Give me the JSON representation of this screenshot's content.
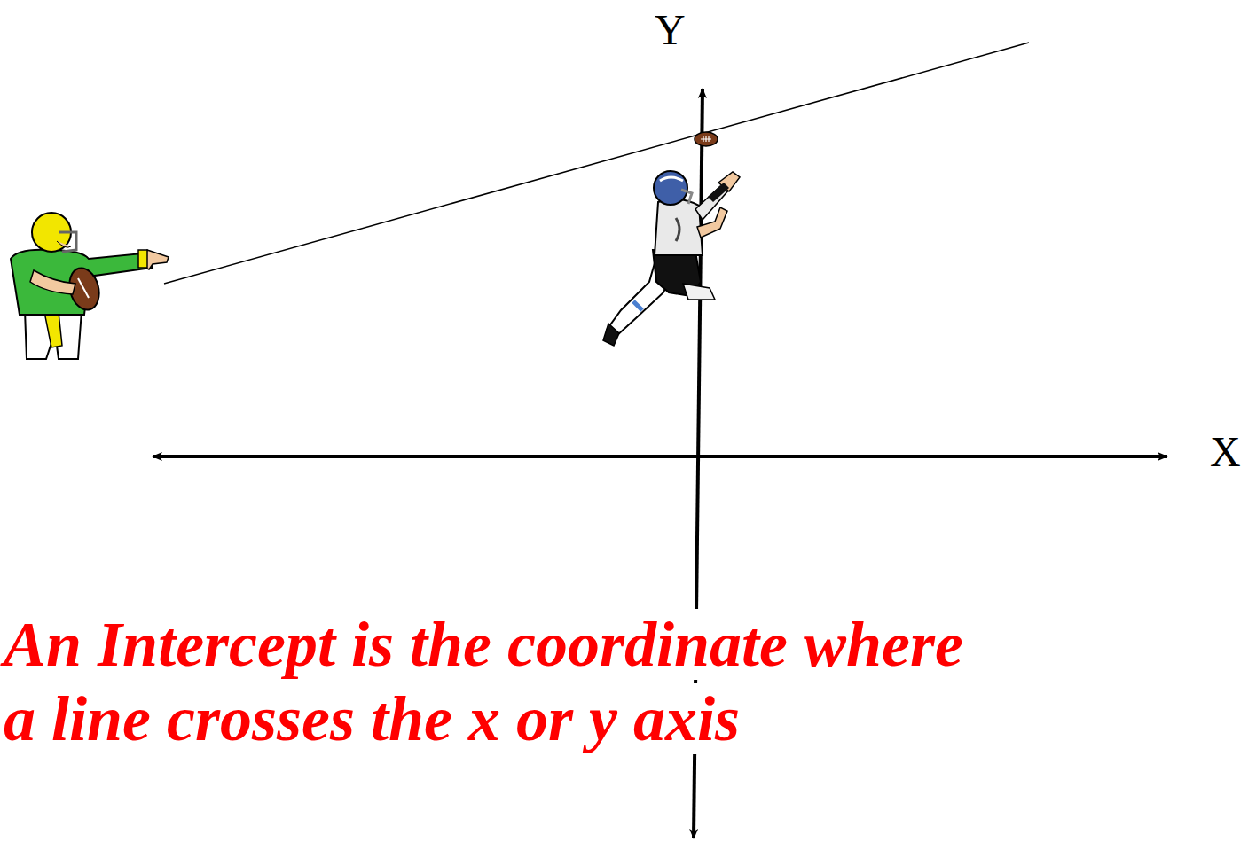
{
  "diagram": {
    "labels": [
      "Y",
      "X",
      "An Intercept is the coordinate where a line crosses the x or y axis"
    ]
  }
}
